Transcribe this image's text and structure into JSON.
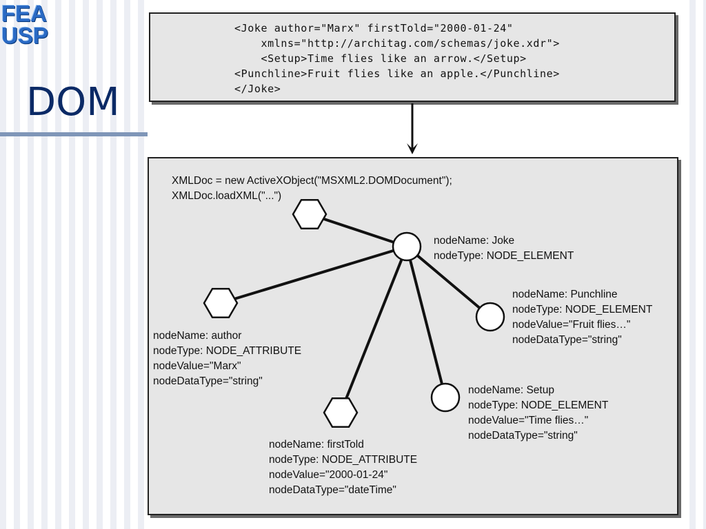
{
  "logo": {
    "line1": "FEA",
    "line2": "USP"
  },
  "slide_title": "DOM",
  "xml_source": {
    "lines": [
      "<Joke author=\"Marx\" firstTold=\"2000-01-24\"",
      "    xmlns=\"http://architag.com/schemas/joke.xdr\">",
      "    <Setup>Time flies like an arrow.</Setup>",
      "<Punchline>Fruit flies like an apple.</Punchline>",
      "</Joke>"
    ]
  },
  "dom_code": {
    "line1": "XMLDoc = new ActiveXObject(\"MSXML2.DOMDocument\");",
    "line2": "XMLDoc.loadXML(\"...\")"
  },
  "nodes": {
    "joke": {
      "shape": "circle",
      "lines": [
        "nodeName: Joke",
        "nodeType: NODE_ELEMENT"
      ]
    },
    "punchline": {
      "shape": "circle",
      "lines": [
        "nodeName: Punchline",
        "nodeType: NODE_ELEMENT",
        "nodeValue=\"Fruit flies…\"",
        "nodeDataType=\"string\""
      ]
    },
    "setup": {
      "shape": "circle",
      "lines": [
        "nodeName: Setup",
        "nodeType: NODE_ELEMENT",
        "nodeValue=\"Time flies…\"",
        "nodeDataType=\"string\""
      ]
    },
    "author": {
      "shape": "hexagon",
      "lines": [
        "nodeName: author",
        "nodeType: NODE_ATTRIBUTE",
        "nodeValue=\"Marx\"",
        "nodeDataType=\"string\""
      ]
    },
    "firstTold": {
      "shape": "hexagon",
      "lines": [
        "nodeName: firstTold",
        "nodeType: NODE_ATTRIBUTE",
        "nodeValue=\"2000-01-24\"",
        "nodeDataType=\"dateTime\""
      ]
    },
    "document": {
      "shape": "hexagon"
    }
  },
  "edges": [
    [
      "document",
      "joke"
    ],
    [
      "joke",
      "author"
    ],
    [
      "joke",
      "firstTold"
    ],
    [
      "joke",
      "setup"
    ],
    [
      "joke",
      "punchline"
    ]
  ],
  "colors": {
    "title": "#0b2a66",
    "logo": "#2a6ac4",
    "box_fill": "#e6e6e6",
    "stroke": "#111111"
  }
}
